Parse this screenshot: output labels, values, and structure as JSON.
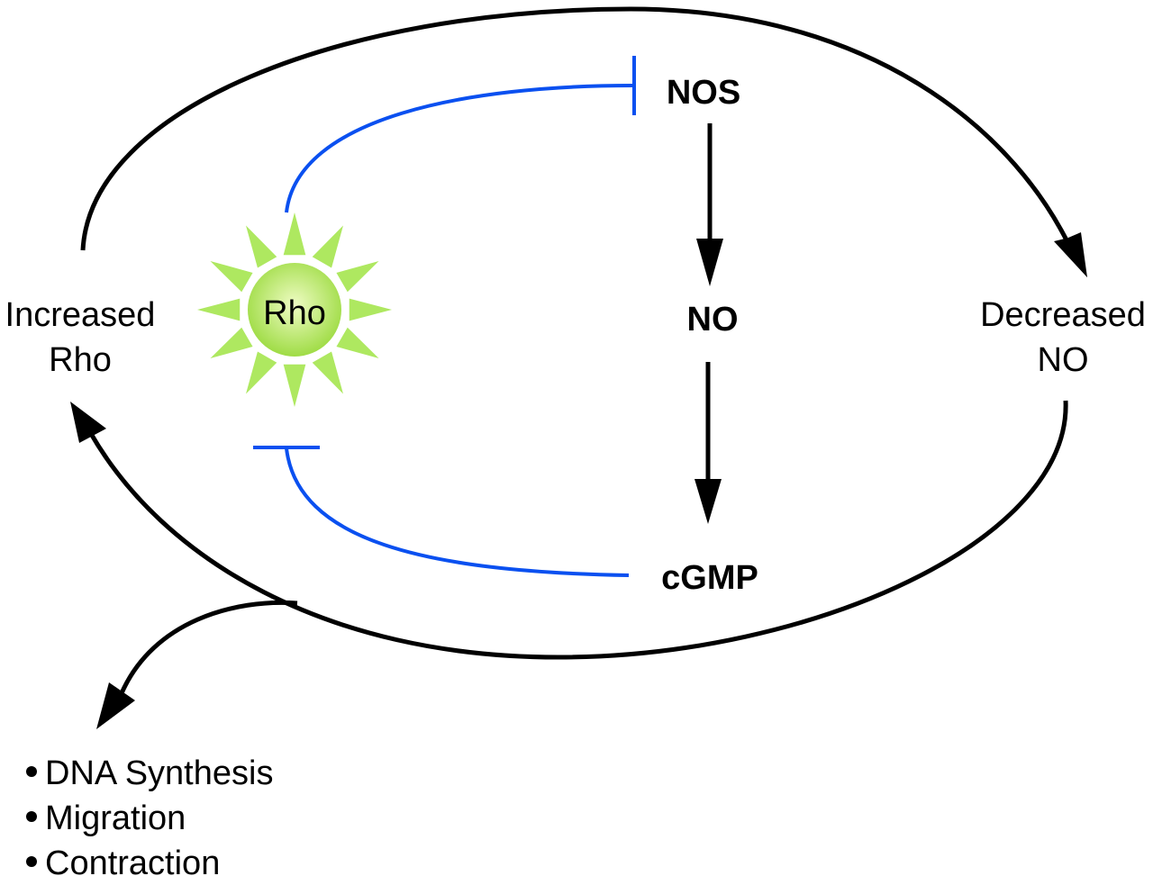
{
  "colors": {
    "line_black": "#000000",
    "inhibit_blue": "#0a50f0",
    "rho_ray": "#aee860",
    "rho_core_light": "#e8fbb0",
    "rho_core": "#a6e24e"
  },
  "nodes": {
    "nos": "NOS",
    "no": "NO",
    "cgmp": "cGMP",
    "rho": "Rho",
    "increased_rho": [
      "Increased",
      "Rho"
    ],
    "decreased_no": [
      "Decreased",
      "NO"
    ]
  },
  "outcomes": {
    "bullet": "•",
    "items": [
      "DNA Synthesis",
      "Migration",
      "Contraction"
    ]
  },
  "edges": [
    {
      "from": "Rho",
      "to": "NOS",
      "type": "inhibition"
    },
    {
      "from": "NOS",
      "to": "NO",
      "type": "activation"
    },
    {
      "from": "NO",
      "to": "cGMP",
      "type": "activation"
    },
    {
      "from": "cGMP",
      "to": "Rho",
      "type": "inhibition"
    },
    {
      "from": "Increased Rho",
      "to": "Decreased NO",
      "type": "activation"
    },
    {
      "from": "Decreased NO",
      "to": "Increased Rho",
      "type": "activation"
    },
    {
      "from": "Increased Rho",
      "to": "Outcomes",
      "type": "activation"
    }
  ]
}
